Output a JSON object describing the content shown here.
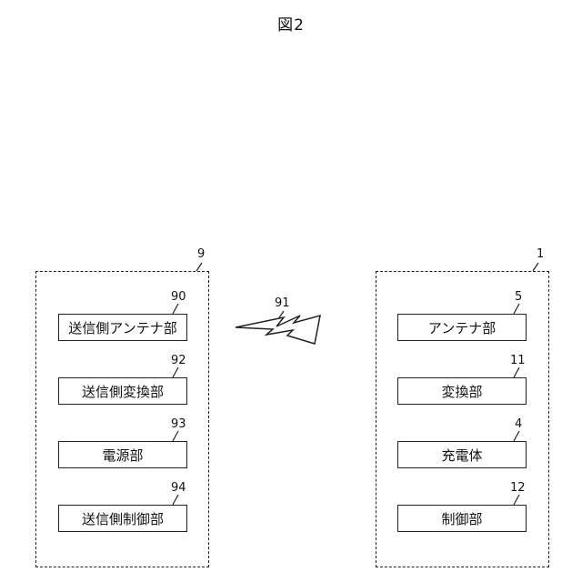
{
  "figure_title": "図2",
  "transmitter": {
    "ref": "9",
    "blocks": [
      {
        "ref": "90",
        "label": "送信側アンテナ部"
      },
      {
        "ref": "92",
        "label": "送信側変換部"
      },
      {
        "ref": "93",
        "label": "電源部"
      },
      {
        "ref": "94",
        "label": "送信側制御部"
      }
    ]
  },
  "wireless_ref": "91",
  "receiver": {
    "ref": "1",
    "blocks": [
      {
        "ref": "5",
        "label": "アンテナ部"
      },
      {
        "ref": "11",
        "label": "変換部"
      },
      {
        "ref": "4",
        "label": "充電体"
      },
      {
        "ref": "12",
        "label": "制御部"
      }
    ]
  }
}
